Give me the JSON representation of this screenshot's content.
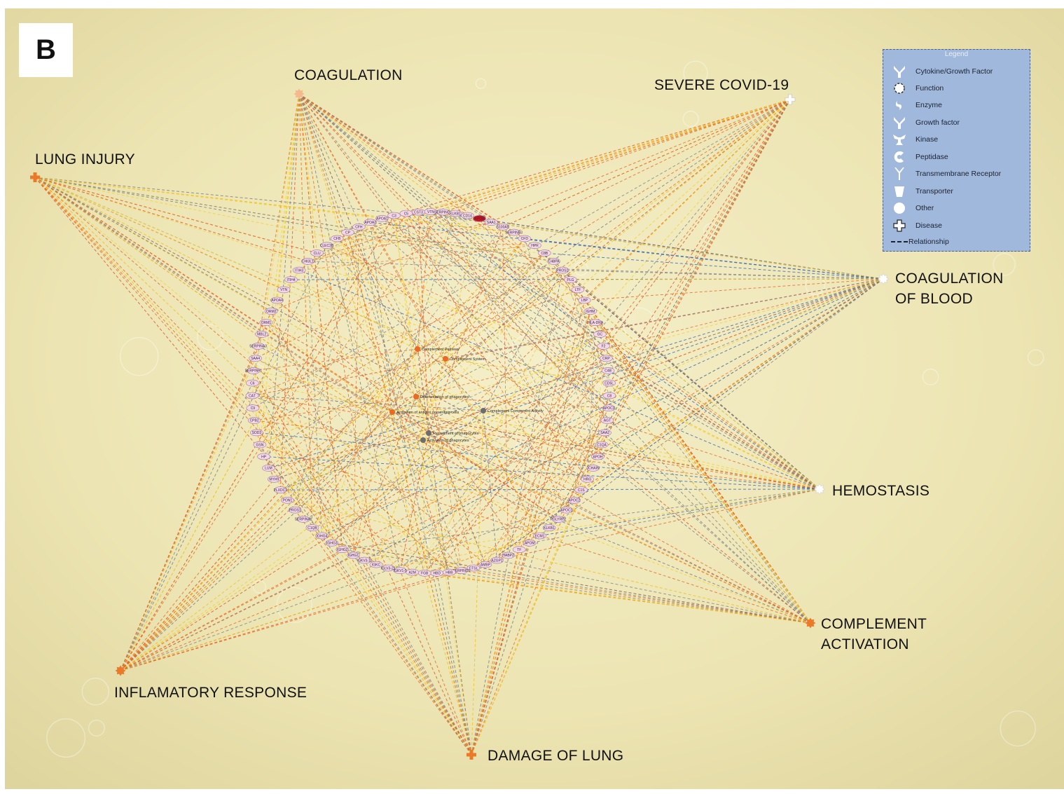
{
  "panel_label": "B",
  "hubs": {
    "coagulation": {
      "lines": [
        "COAGULATION"
      ],
      "kind": "function"
    },
    "severe_covid": {
      "lines": [
        "SEVERE COVID-19"
      ],
      "kind": "disease"
    },
    "lung_injury": {
      "lines": [
        "LUNG INJURY"
      ],
      "kind": "disease"
    },
    "coagulation_of_blood": {
      "lines": [
        "COAGULATION",
        "OF BLOOD"
      ],
      "kind": "function"
    },
    "hemostasis": {
      "lines": [
        "HEMOSTASIS"
      ],
      "kind": "function"
    },
    "complement_activation": {
      "lines": [
        "COMPLEMENT",
        "ACTIVATION"
      ],
      "kind": "function"
    },
    "inflamatory_response": {
      "lines": [
        "INFLAMATORY RESPONSE"
      ],
      "kind": "function"
    },
    "damage_of_lung": {
      "lines": [
        "DAMAGE OF LUNG"
      ],
      "kind": "disease"
    }
  },
  "legend": {
    "title": "Legend",
    "items": [
      {
        "label": "Cytokine/Growth Factor",
        "icon": "cytokine-growth-factor-icon"
      },
      {
        "label": "Function",
        "icon": "function-icon"
      },
      {
        "label": "Enzyme",
        "icon": "enzyme-icon"
      },
      {
        "label": "Growth factor",
        "icon": "growth-factor-icon"
      },
      {
        "label": "Kinase",
        "icon": "kinase-icon"
      },
      {
        "label": "Peptidase",
        "icon": "peptidase-icon"
      },
      {
        "label": "Transmembrane Receptor",
        "icon": "transmembrane-receptor-icon"
      },
      {
        "label": "Transporter",
        "icon": "transporter-icon"
      },
      {
        "label": "Other",
        "icon": "other-icon"
      },
      {
        "label": "Disease",
        "icon": "disease-icon"
      },
      {
        "label": "Relationship",
        "icon": "relationship-icon"
      }
    ]
  },
  "genes": [
    "VTN",
    "SERPINC1",
    "KLKB1",
    "CD14",
    "APOB",
    "SAA1",
    "S100A9",
    "SERPINB3",
    "CFD",
    "HPR",
    "C8B",
    "C4BPA",
    "PROS1",
    "PLG",
    "LTF",
    "LBP",
    "IGHM",
    "HLA-DRA",
    "GC",
    "F2",
    "CRP",
    "C4B",
    "CD5L",
    "C8",
    "APOC3",
    "AGT",
    "SAA2",
    "C1QA",
    "APOH",
    "JCHAIN",
    "HRG",
    "C1S",
    "APOC2",
    "APOC1",
    "PGLYRP2",
    "KLKB1",
    "ECM1",
    "APOM",
    "TF",
    "HABP2",
    "AZGP1",
    "AMBP",
    "CTSL",
    "SERPIND1",
    "HBB",
    "HBD",
    "FGB",
    "A2M",
    "IGKV1-5",
    "IGLV3-21",
    "IGKC",
    "IGKV3-11",
    "IGHG1",
    "IGHG2",
    "IGHG3",
    "IGHG4",
    "C1QB",
    "SERPINA1",
    "PROS1",
    "PON1",
    "PLXDC1",
    "MYH9",
    "LUM",
    "HP",
    "GSN",
    "SOD3",
    "CPB2",
    "C9",
    "CAT",
    "C6",
    "SERPINF1",
    "SAA4",
    "SERPINA3",
    "MBL2",
    "ORM1",
    "ORM2",
    "APOA4",
    "VTN",
    "ITIH4",
    "ITIH3",
    "CHI3L1",
    "CLU",
    "CLEC3B",
    "CFB",
    "CP",
    "CFH",
    "APOA2",
    "APOA1",
    "C3",
    "C5",
    "CST3"
  ],
  "central_nodes": [
    "Complement Pathway",
    "Complement System",
    "Activation of antigen presenting cells",
    "Differentiation of phagocytes",
    "Activation of phagocytes",
    "Complement Component Activity",
    "Recruitment of phagocytes"
  ]
}
